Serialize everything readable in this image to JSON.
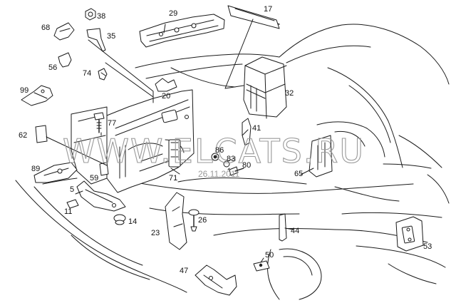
{
  "watermark": {
    "site": "WWW.ELCATS.RU",
    "date": "26.11.2011"
  },
  "callouts": [
    {
      "key": "c38",
      "text": "38"
    },
    {
      "key": "c29",
      "text": "29"
    },
    {
      "key": "c17",
      "text": "17"
    },
    {
      "key": "c68",
      "text": "68"
    },
    {
      "key": "c35",
      "text": "35"
    },
    {
      "key": "c56",
      "text": "56"
    },
    {
      "key": "c74",
      "text": "74"
    },
    {
      "key": "c99",
      "text": "99"
    },
    {
      "key": "c20",
      "text": "20"
    },
    {
      "key": "c32",
      "text": "32"
    },
    {
      "key": "c77",
      "text": "77"
    },
    {
      "key": "c62",
      "text": "62"
    },
    {
      "key": "c41",
      "text": "41"
    },
    {
      "key": "c86",
      "text": "86"
    },
    {
      "key": "c83",
      "text": "83"
    },
    {
      "key": "c80",
      "text": "80"
    },
    {
      "key": "c89",
      "text": "89"
    },
    {
      "key": "c59",
      "text": "59"
    },
    {
      "key": "c71",
      "text": "71"
    },
    {
      "key": "c65",
      "text": "65"
    },
    {
      "key": "c5",
      "text": "5"
    },
    {
      "key": "c11",
      "text": "11"
    },
    {
      "key": "c14",
      "text": "14"
    },
    {
      "key": "c26",
      "text": "26"
    },
    {
      "key": "c23",
      "text": "23"
    },
    {
      "key": "c44",
      "text": "44"
    },
    {
      "key": "c53",
      "text": "53"
    },
    {
      "key": "c50",
      "text": "50"
    },
    {
      "key": "c47",
      "text": "47"
    }
  ]
}
